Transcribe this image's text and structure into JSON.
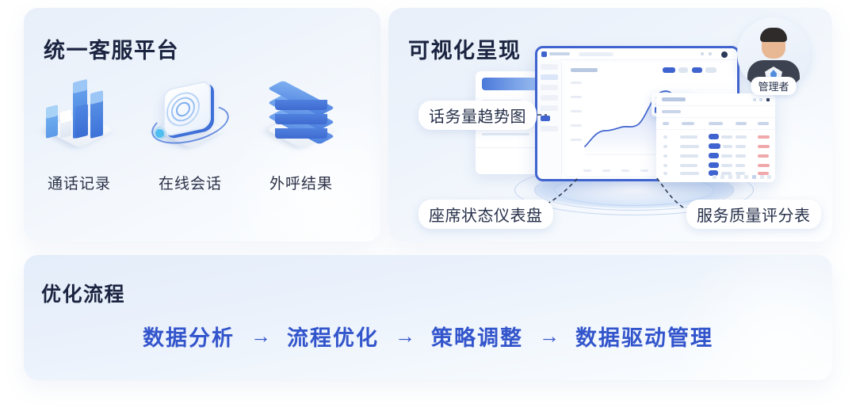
{
  "panels": {
    "left": {
      "title": "统一客服平台",
      "items": [
        {
          "label": "通话记录",
          "icon": "bar-chart-3d-icon"
        },
        {
          "label": "在线会话",
          "icon": "online-chat-3d-icon"
        },
        {
          "label": "外呼结果",
          "icon": "server-stack-3d-icon"
        }
      ]
    },
    "right": {
      "title": "可视化呈现",
      "avatar": {
        "name": "管理者",
        "icon": "manager-avatar"
      },
      "callouts": [
        {
          "label": "话务量趋势图",
          "target": "line-chart"
        },
        {
          "label": "座席状态仪表盘",
          "target": "dashboard"
        },
        {
          "label": "服务质量评分表",
          "target": "score-table"
        }
      ]
    },
    "bottom": {
      "title": "优化流程",
      "arrow": "→",
      "steps": [
        "数据分析",
        "流程优化",
        "策略调整",
        "数据驱动管理"
      ]
    }
  },
  "colors": {
    "accent_blue": "#3355cc",
    "monitor_border": "#3f63cf",
    "title_navy": "#1b2440",
    "panel_bg_start": "#e8eff9",
    "panel_bg_end": "#fbfdff",
    "page_bg": "#ffffff"
  }
}
